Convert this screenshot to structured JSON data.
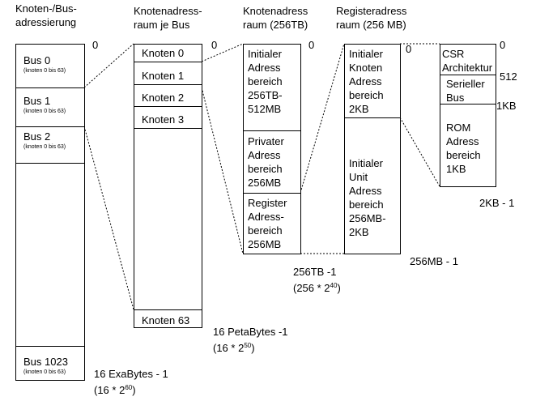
{
  "headers": {
    "col1_line1": "Knoten-/Bus-",
    "col1_line2": "adressierung",
    "col2_line1": "Knotenadress-",
    "col2_line2": "raum je Bus",
    "col3_line1": "Knotenadress",
    "col3_line2": "raum (256TB)",
    "col4_line1": "Registeradress",
    "col4_line2": "raum (256 MB)"
  },
  "col1": {
    "start": "0",
    "buses": [
      {
        "name": "Bus 0",
        "range": "(knoten 0 bis 63)"
      },
      {
        "name": "Bus 1",
        "range": "(knoten 0 bis 63)"
      },
      {
        "name": "Bus 2",
        "range": "(knoten 0 bis 63)"
      },
      {
        "name": "Bus 1023",
        "range": "(knoten 0 bis 63)"
      }
    ],
    "end_line1": "16 ExaBytes - 1",
    "end_line2_pre": "(16 * 2",
    "end_line2_exp": "60",
    "end_line2_post": ")"
  },
  "col2": {
    "start": "0",
    "nodes": [
      "Knoten 0",
      "Knoten 1",
      "Knoten 2",
      "Knoten 3",
      "Knoten 63"
    ],
    "end_line1": "16 PetaBytes -1",
    "end_line2_pre": "(16 * 2",
    "end_line2_exp": "50",
    "end_line2_post": ")"
  },
  "col3": {
    "start": "0",
    "sections": [
      [
        "Initialer",
        "Adress",
        "bereich",
        "256TB-",
        "512MB"
      ],
      [
        "Privater",
        "Adress",
        "bereich",
        "256MB"
      ],
      [
        "Register",
        "Adress-",
        "bereich",
        "256MB"
      ]
    ],
    "end_line1": "256TB -1",
    "end_line2_pre": "(256 * 2",
    "end_line2_exp": "40",
    "end_line2_post": ")"
  },
  "col4": {
    "start": "0",
    "sections": [
      [
        "Initialer",
        "Knoten",
        "Adress",
        "bereich",
        "2KB"
      ],
      [
        "Initialer",
        "Unit",
        "Adress",
        "bereich",
        "256MB-",
        "2KB"
      ]
    ],
    "end": "256MB - 1"
  },
  "col5": {
    "start": "0",
    "sections": [
      [
        "CSR",
        "Architektur"
      ],
      [
        "Serieller",
        "Bus"
      ],
      [
        "ROM",
        "Adress",
        "bereich",
        "1KB"
      ]
    ],
    "mark_512": "512",
    "mark_1kb": "1KB",
    "end": "2KB - 1"
  },
  "colors": {
    "line": "#000000",
    "background": "#ffffff"
  }
}
